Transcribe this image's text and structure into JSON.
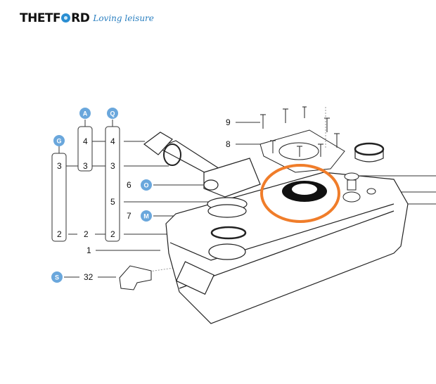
{
  "brand": {
    "name_part1": "THETF",
    "name_part2": "RD",
    "tagline": "Loving leisure"
  },
  "colors": {
    "badge": "#6aa7dc",
    "highlight": "#f07d2a",
    "line": "#333333"
  },
  "kits": [
    {
      "badge": "A",
      "parts": [
        "4",
        "3"
      ]
    },
    {
      "badge": "Q",
      "parts": [
        "4",
        "3",
        "5",
        "2"
      ]
    },
    {
      "badge": "G",
      "parts": [
        "3",
        "2"
      ]
    }
  ],
  "labels": {
    "p1": "1",
    "p2": "2",
    "p6": "6",
    "p7": "7",
    "p8": "8",
    "p9": "9",
    "p32": "32"
  },
  "badges": {
    "O": "O",
    "M": "M",
    "S": "S"
  },
  "highlighted_part": "seal ring"
}
